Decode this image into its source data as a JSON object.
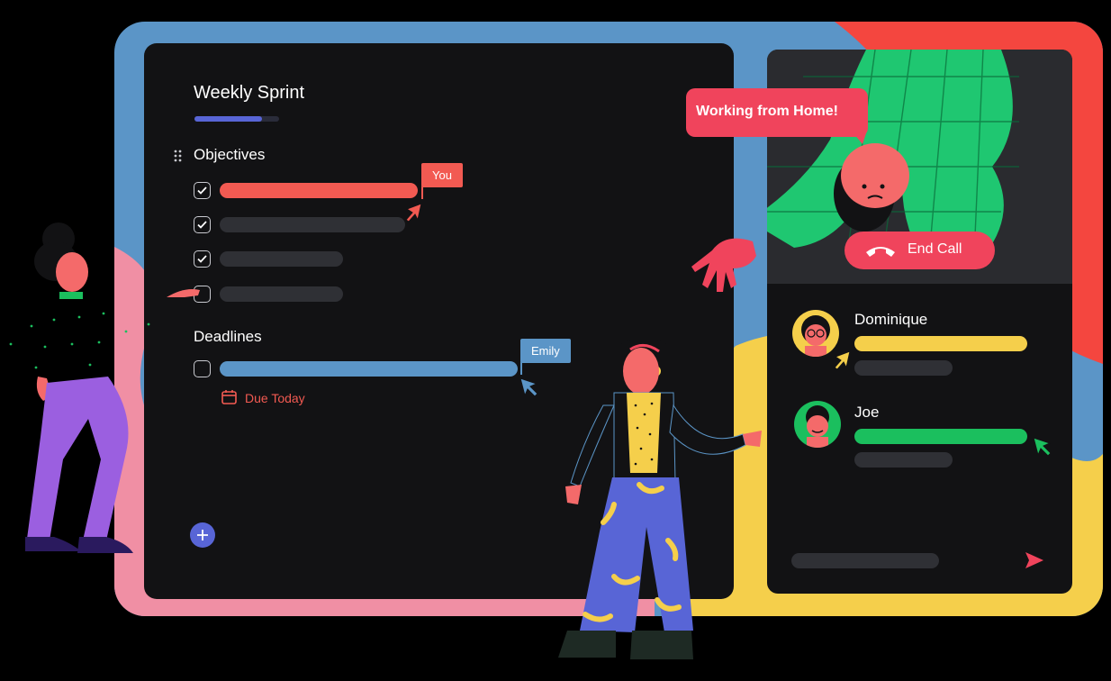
{
  "sprint": {
    "title": "Weekly Sprint",
    "objectives_heading": "Objectives",
    "deadlines_heading": "Deadlines",
    "due_label": "Due Today",
    "objective_checks": [
      true,
      true,
      true,
      false
    ],
    "deadline_checks": [
      false
    ],
    "title_progress": 0.8,
    "add_button_label": "+"
  },
  "cursor_tags": {
    "you": "You",
    "emily": "Emily"
  },
  "call": {
    "status_bubble": "Working from Home!",
    "end_call_label": "End Call",
    "participants": [
      {
        "name": "Dominique",
        "color": "#f5cf4b"
      },
      {
        "name": "Joe",
        "color": "#1bbf5e"
      }
    ]
  },
  "colors": {
    "accent_red": "#f25a52",
    "accent_blue": "#5b95c7",
    "accent_yellow": "#f5cf4b",
    "accent_green": "#1bbf5e",
    "accent_purple": "#5865d6",
    "panel_bg": "#121214",
    "bar_gray": "#2f3035",
    "end_call_pink": "#f0445c"
  },
  "icons": {
    "drag_handle": "drag-handle-icon",
    "checkmark": "checkmark-icon",
    "calendar": "calendar-icon",
    "phone_hangup": "phone-hangup-icon",
    "send": "send-icon",
    "plus": "plus-icon",
    "cursor": "cursor-arrow-icon"
  }
}
